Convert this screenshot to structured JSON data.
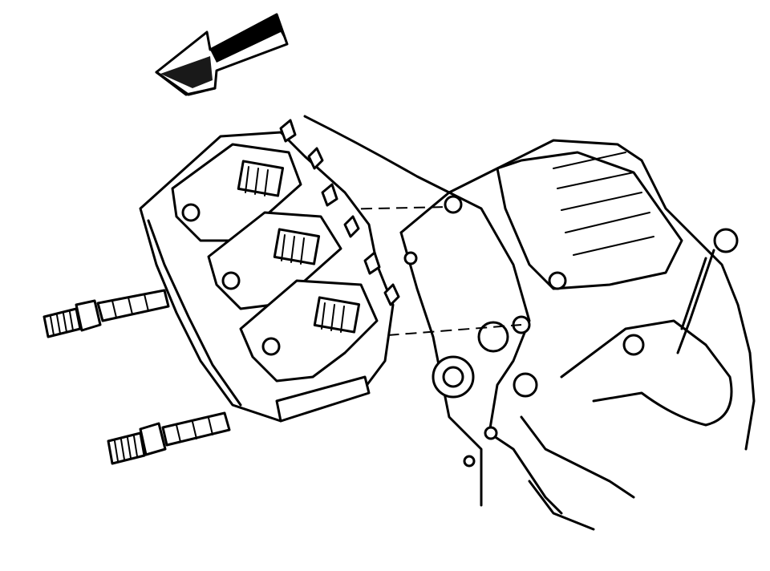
{
  "diagram": {
    "colors": {
      "line": "#000000",
      "background": "#ffffff"
    },
    "parts": [
      {
        "id": "direction-arrow",
        "icon": "arrow-left-icon"
      },
      {
        "id": "ignition-coil-pack",
        "count": 3
      },
      {
        "id": "mounting-bolt",
        "count": 2
      },
      {
        "id": "engine-block"
      }
    ]
  }
}
